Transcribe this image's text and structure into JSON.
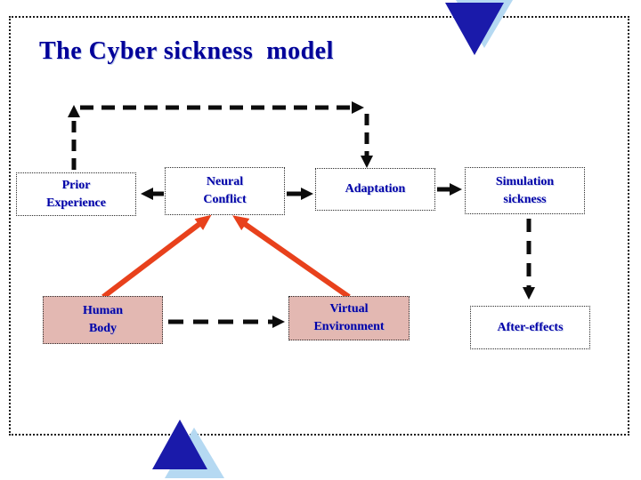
{
  "slide": {
    "title": "The Cyber sickness  model"
  },
  "diagram": {
    "boxes": [
      {
        "id": "prior-experience",
        "label": "Prior\nExperience",
        "fill": "white"
      },
      {
        "id": "neural-conflict",
        "label": "Neural\nConflict",
        "fill": "white"
      },
      {
        "id": "adaptation",
        "label": "Adaptation",
        "fill": "white"
      },
      {
        "id": "simulation-sickness",
        "label": "Simulation\nsickness",
        "fill": "white"
      },
      {
        "id": "human-body",
        "label": "Human\nBody",
        "fill": "pink"
      },
      {
        "id": "virtual-environment",
        "label": "Virtual\nEnvironment",
        "fill": "pink"
      },
      {
        "id": "after-effects",
        "label": "After-effects",
        "fill": "white"
      }
    ],
    "connections": [
      {
        "from": "neural-conflict",
        "to": "prior-experience",
        "style": "solid-black-arrow"
      },
      {
        "from": "neural-conflict",
        "to": "adaptation",
        "style": "solid-black-arrow"
      },
      {
        "from": "adaptation",
        "to": "simulation-sickness",
        "style": "solid-black-arrow"
      },
      {
        "from": "prior-experience",
        "to": "adaptation",
        "style": "dashed-black-arrow",
        "route": "up-over-top"
      },
      {
        "from": "simulation-sickness",
        "to": "after-effects",
        "style": "dashed-black-arrow"
      },
      {
        "from": "human-body",
        "to": "virtual-environment",
        "style": "dashed-black-arrow"
      },
      {
        "from": "human-body",
        "to": "neural-conflict",
        "style": "solid-red-arrow"
      },
      {
        "from": "virtual-environment",
        "to": "neural-conflict",
        "style": "solid-red-arrow"
      }
    ],
    "decorations": [
      {
        "id": "triangle-down-top-right",
        "shape": "triangle-down",
        "colors": [
          "#1a1aaa",
          "#b5d9f2"
        ]
      },
      {
        "id": "triangle-up-bottom-left",
        "shape": "triangle-up",
        "colors": [
          "#1a1aaa",
          "#b5d9f2"
        ]
      }
    ]
  },
  "colors": {
    "title-blue": "#000099",
    "box-text-blue": "#0000a8",
    "box-border": "#2a2a2a",
    "pink-fill": "#e3b8b2",
    "white-fill": "#ffffff",
    "arrow-black": "#0c0c0c",
    "arrow-red": "#e8411c",
    "triangle-dark": "#1a1aaa",
    "triangle-light": "#b5d9f2",
    "slide-border": "#1a1a1a"
  }
}
